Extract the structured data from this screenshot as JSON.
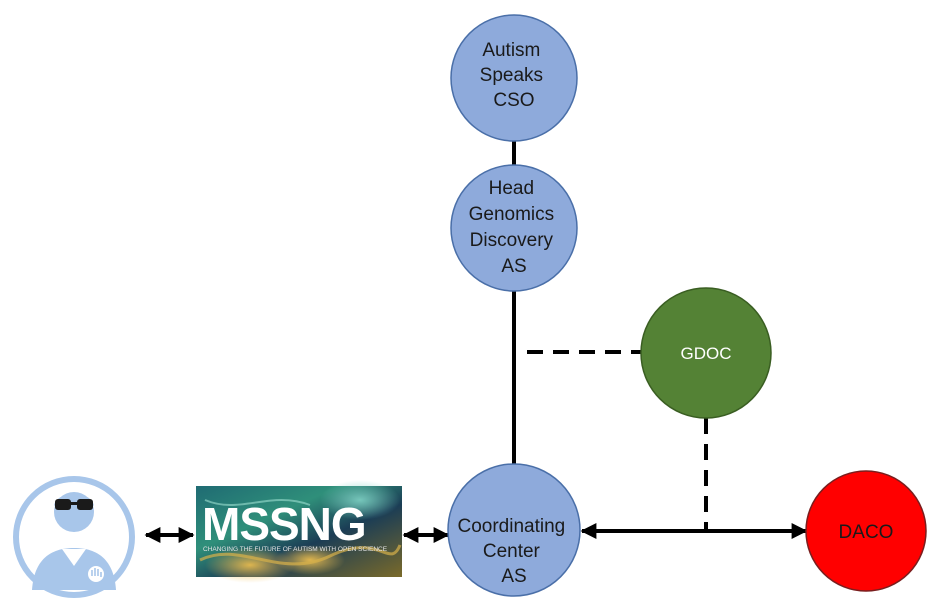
{
  "colors": {
    "node_blue_fill": "#8eaadb",
    "node_blue_stroke": "#4a6fa8",
    "gdoc_fill": "#548235",
    "gdoc_stroke": "#3a5e22",
    "daco_fill": "#ff0000",
    "daco_stroke": "#7a1e1e",
    "user_badge_fill": "#a8c6ea",
    "line": "#000000"
  },
  "nodes": {
    "autism_speaks_cso": {
      "lines": [
        "Autism",
        "Speaks",
        "CSO"
      ]
    },
    "head_genomics": {
      "lines": [
        "Head",
        "Genomics",
        "Discovery",
        "AS"
      ]
    },
    "gdoc": {
      "label": "GDOC"
    },
    "coordinating_center": {
      "lines": [
        "Coordinating",
        "Center",
        "AS"
      ]
    },
    "daco": {
      "label": "DACO"
    }
  },
  "mssng_logo": {
    "title": "MSSNG",
    "tagline": "CHANGING THE FUTURE OF AUTISM WITH OPEN SCIENCE"
  },
  "icons": {
    "user": "researcher-avatar-icon"
  }
}
